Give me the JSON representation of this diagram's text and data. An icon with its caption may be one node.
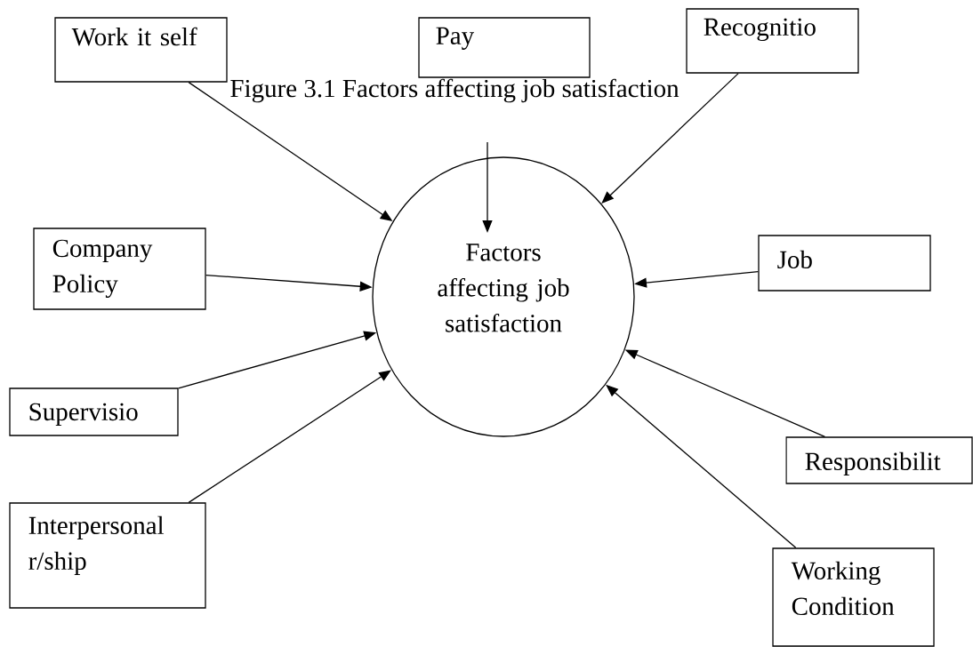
{
  "diagram": {
    "title": "Figure 3.1 Factors affecting job satisfaction",
    "nodes": [
      {
        "text": [
          "Work it self"
        ]
      },
      {
        "text": [
          "Pay"
        ]
      },
      {
        "text": [
          "Recognitio"
        ]
      },
      {
        "text": [
          "Company Policy"
        ]
      },
      {
        "text": [
          "Supervisio"
        ]
      },
      {
        "text": [
          "Interpersonal r/ship"
        ]
      },
      {
        "text": [
          "Job"
        ]
      },
      {
        "text": [
          "Responsibilit"
        ]
      },
      {
        "text": [
          "Working Condition"
        ]
      },
      {
        "text": [
          "Factors affecting job satisfaction"
        ]
      }
    ],
    "edges": [
      {
        "from": 0,
        "to": 9,
        "arrow": "to"
      },
      {
        "from": null,
        "to": 9,
        "arrow": "to"
      },
      {
        "from": 2,
        "to": 9,
        "arrow": "to"
      },
      {
        "from": 3,
        "to": 9,
        "arrow": "to"
      },
      {
        "from": 4,
        "to": 9,
        "arrow": "to"
      },
      {
        "from": 5,
        "to": 9,
        "arrow": "to"
      },
      {
        "from": 6,
        "to": 9,
        "arrow": "to"
      },
      {
        "from": 7,
        "to": 9,
        "arrow": "to"
      },
      {
        "from": 8,
        "to": 9,
        "arrow": "to"
      }
    ]
  }
}
